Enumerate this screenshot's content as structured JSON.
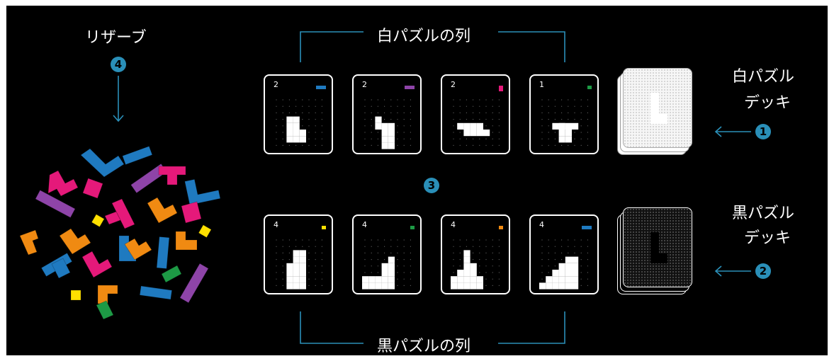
{
  "labels": {
    "reserve": "リザーブ",
    "white_row": "白パズルの列",
    "black_row": "黒パズルの列",
    "white_deck_line1": "白パズル",
    "white_deck_line2": "デッキ",
    "black_deck_line1": "黒パズル",
    "black_deck_line2": "デッキ"
  },
  "badges": {
    "one": "1",
    "two": "2",
    "three": "3",
    "four": "4"
  },
  "colors": {
    "accent": "#2a8fb8",
    "blue": "#1f7ac0",
    "purple": "#8e44a8",
    "magenta": "#e5197a",
    "green": "#1d9a45",
    "yellow": "#ffe000",
    "orange": "#f08a12"
  },
  "white_cards": [
    {
      "number": "2",
      "level_color": "blue",
      "icon": "white-L-puzzle-icon"
    },
    {
      "number": "2",
      "level_color": "purple",
      "icon": "white-S-puzzle-icon"
    },
    {
      "number": "2",
      "level_color": "magenta",
      "icon": "white-Z-puzzle-icon"
    },
    {
      "number": "1",
      "level_color": "green",
      "icon": "white-T-puzzle-icon"
    }
  ],
  "black_cards": [
    {
      "number": "4",
      "level_color": "yellow",
      "icon": "black-tower-puzzle-icon"
    },
    {
      "number": "4",
      "level_color": "green",
      "icon": "black-step-puzzle-icon"
    },
    {
      "number": "4",
      "level_color": "orange",
      "icon": "black-peak-puzzle-icon"
    },
    {
      "number": "4",
      "level_color": "blue",
      "icon": "black-stairs-puzzle-icon"
    }
  ]
}
